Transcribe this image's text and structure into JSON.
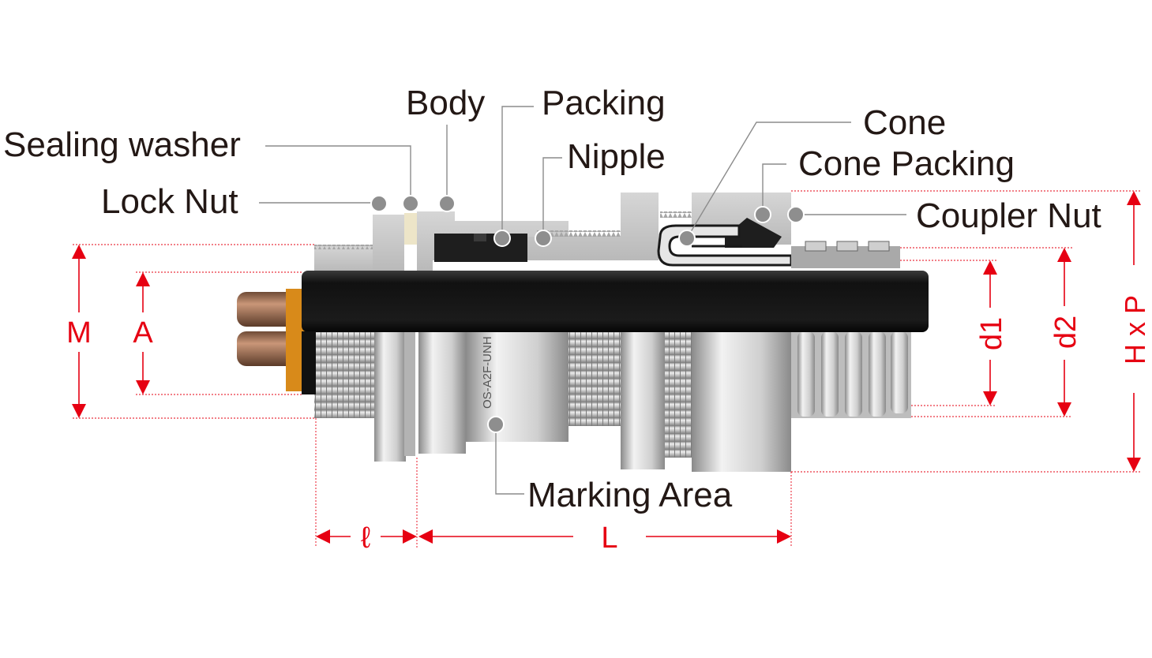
{
  "colors": {
    "dimension": "#e60012",
    "label_text": "#231815",
    "leader": "#8c8c8c",
    "metal": "#c9c9c9",
    "cable": "#1a1a1a",
    "packing": "#1e1e1e",
    "sealing_washer": "#ede5c8",
    "copper": "#a8765a"
  },
  "labels": {
    "body": "Body",
    "packing": "Packing",
    "sealing_washer": "Sealing washer",
    "nipple": "Nipple",
    "lock_nut": "Lock Nut",
    "cone": "Cone",
    "cone_packing": "Cone Packing",
    "coupler_nut": "Coupler Nut",
    "marking_area": "Marking Area"
  },
  "marking_text": "OS-A2F-UNH",
  "dimensions": {
    "M": "M",
    "A": "A",
    "l": "ℓ",
    "L": "L",
    "d1": "d1",
    "d2": "d2",
    "HxP": "H x P"
  }
}
